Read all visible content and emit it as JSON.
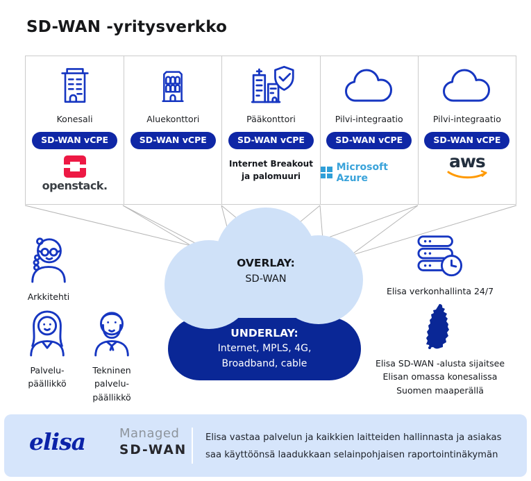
{
  "title": "SD-WAN -yritysverkko",
  "cards": [
    {
      "label": "Konesali",
      "badge": "SD-WAN vCPE",
      "vendor_wordmark": "openstack."
    },
    {
      "label": "Aluekonttori",
      "badge": "SD-WAN vCPE"
    },
    {
      "label": "Pääkonttori",
      "badge": "SD-WAN vCPE",
      "note": "Internet Breakout\nja palomuuri"
    },
    {
      "label": "Pilvi-integraatio",
      "badge": "SD-WAN vCPE",
      "vendor_label": "Microsoft Azure"
    },
    {
      "label": "Pilvi-integraatio",
      "badge": "SD-WAN vCPE",
      "vendor_label": "aws"
    }
  ],
  "overlay": {
    "title": "OVERLAY:",
    "subtitle": "SD-WAN"
  },
  "underlay": {
    "title": "UNDERLAY:",
    "subtitle": "Internet, MPLS, 4G,\nBroadband, cable"
  },
  "people": [
    {
      "label": "Arkkitehti"
    },
    {
      "label": "Palvelu-\npäällikkö"
    },
    {
      "label": "Tekninen\npalvelu-\npäällikkö"
    }
  ],
  "right": {
    "monitoring_label": "Elisa verkonhallinta 24/7",
    "platform_text": "Elisa SD-WAN -alusta sijaitsee\nElisan omassa konesalissa\nSuomen maaperällä"
  },
  "footer": {
    "logo": "elisa",
    "product_line1": "Managed",
    "product_line2": "SD-WAN",
    "description": "Elisa vastaa palvelun ja kaikkien laitteiden hallinnasta ja asiakas\nsaa käyttöönsä laadukkaan selainpohjaisen raportointinäkymän"
  },
  "colors": {
    "icon_blue": "#1636c1",
    "badge_blue": "#0f27a6",
    "underlay_blue": "#0a2796",
    "overlay_cloud_blue": "#cfe1f8",
    "footer_bg": "#d6e5fb",
    "openstack_red": "#ed1944",
    "azure_blue": "#2f9fd8",
    "aws_orange": "#ff9900",
    "aws_dark": "#232f3e",
    "elisa_blue": "#0b23a8",
    "line_gray": "#b5b5b5",
    "card_border_gray": "#cbcbcb"
  }
}
